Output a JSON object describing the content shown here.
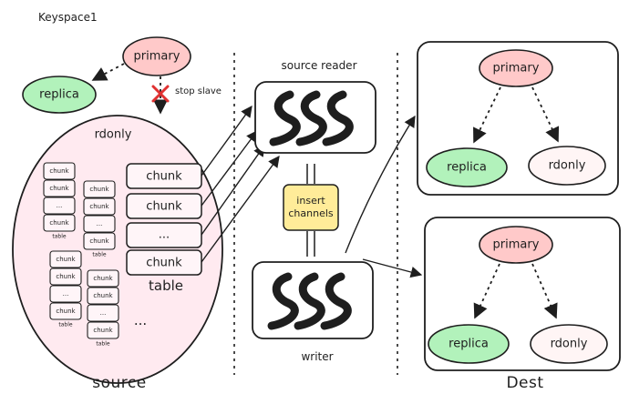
{
  "keyspace_label": "Keyspace1",
  "source": {
    "primary": "primary",
    "replica": "replica",
    "stop_slave": "stop slave",
    "rdonly": "rdonly",
    "label": "source",
    "big_table": {
      "chunks": [
        "chunk",
        "chunk",
        "...",
        "chunk"
      ],
      "label": "table"
    },
    "mini_tables": [
      {
        "chunks": [
          "chunk",
          "chunk",
          "...",
          "chunk"
        ],
        "label": "table"
      },
      {
        "chunks": [
          "chunk",
          "chunk",
          "...",
          "chunk"
        ],
        "label": "table"
      },
      {
        "chunks": [
          "chunk",
          "chunk",
          "...",
          "chunk"
        ],
        "label": "table"
      },
      {
        "chunks": [
          "chunk",
          "chunk",
          "...",
          "chunk"
        ],
        "label": "table"
      }
    ],
    "ellipsis": "..."
  },
  "middle": {
    "source_reader": "source reader",
    "insert_channels": "insert\nchannels",
    "writer": "writer"
  },
  "dest": {
    "label": "Dest",
    "shards": [
      {
        "primary": "primary",
        "replica": "replica",
        "rdonly": "rdonly"
      },
      {
        "primary": "primary",
        "replica": "replica",
        "rdonly": "rdonly"
      }
    ]
  },
  "colors": {
    "primary_fill": "#ffc9c9",
    "replica_fill": "#b2f2bb",
    "rdonly_fill": "#fff5f5",
    "source_fill": "#ffeaf0",
    "channel_fill": "#ffec99",
    "stroke": "#1e1e1e",
    "stop_mark": "#e03131"
  }
}
